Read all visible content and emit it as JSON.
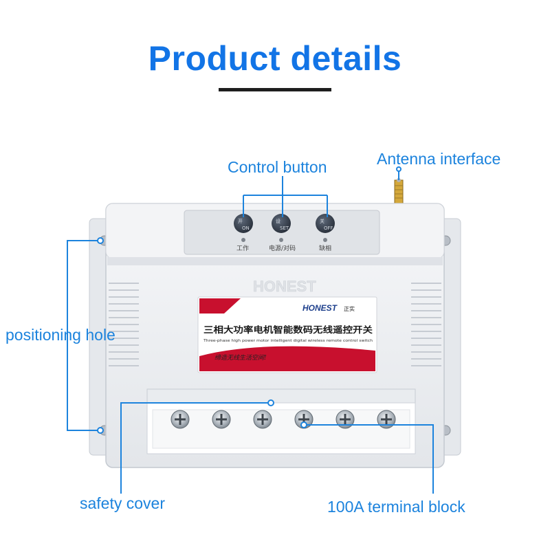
{
  "title": "Product details",
  "callouts": {
    "control_button": "Control button",
    "antenna_interface": "Antenna interface",
    "positioning_hole": "positioning hole",
    "safety_cover": "safety cover",
    "terminal_block": "100A terminal block"
  },
  "device": {
    "embossed_brand": "HONEST",
    "buttons": [
      {
        "glyph": "开",
        "code": "ON",
        "indicator": "工作"
      },
      {
        "glyph": "设",
        "code": "SET",
        "indicator": "电源/对码"
      },
      {
        "glyph": "关",
        "code": "OFF",
        "indicator": "缺相"
      }
    ],
    "label": {
      "brand": "HONEST",
      "brand_cn": "正实",
      "title_cn": "三相大功率电机智能数码无线遥控开关",
      "title_en": "Three-phase high power motor intelligent digital wireless remote control switch",
      "slogan": "缔造无线生活空间!"
    },
    "terminal_count": 6
  },
  "colors": {
    "accent": "#1c83dd",
    "title": "#1274e6",
    "housing": "#eceef1",
    "label_red": "#c8102e"
  }
}
